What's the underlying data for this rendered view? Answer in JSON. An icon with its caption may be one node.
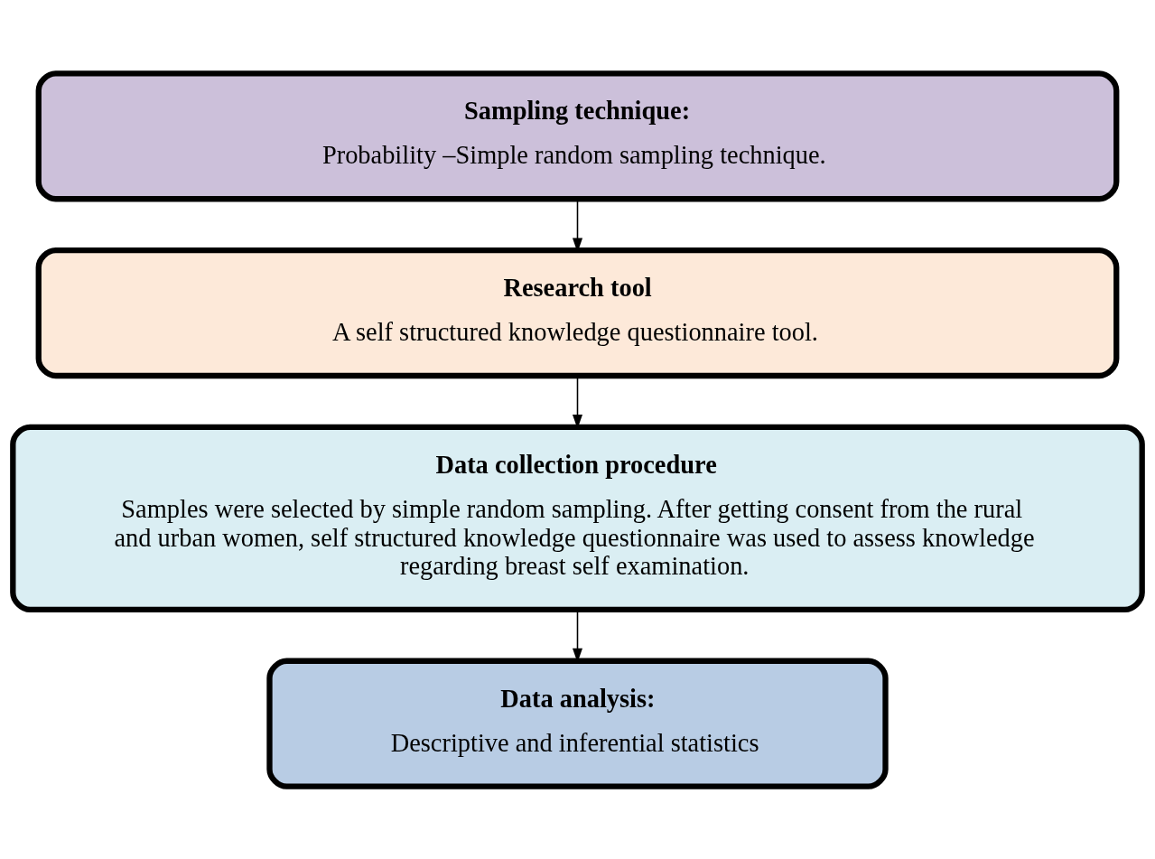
{
  "diagram": {
    "nodes": [
      {
        "text": [
          "Sampling technique:",
          "Probability –Simple random sampling technique."
        ]
      },
      {
        "text": [
          "Research tool",
          "A self structured knowledge questionnaire tool."
        ]
      },
      {
        "text": [
          "Data collection procedure",
          "Samples were selected by simple random sampling. After getting consent from the rural and urban women, self structured knowledge questionnaire was used to assess knowledge regarding breast self examination."
        ]
      },
      {
        "text": [
          "Data analysis:",
          "Descriptive and inferential statistics"
        ]
      }
    ],
    "edges": [
      {
        "from": 0,
        "to": 1,
        "arrow": "to"
      },
      {
        "from": 1,
        "to": 2,
        "arrow": "to"
      },
      {
        "from": 2,
        "to": 3,
        "arrow": "to"
      }
    ]
  }
}
